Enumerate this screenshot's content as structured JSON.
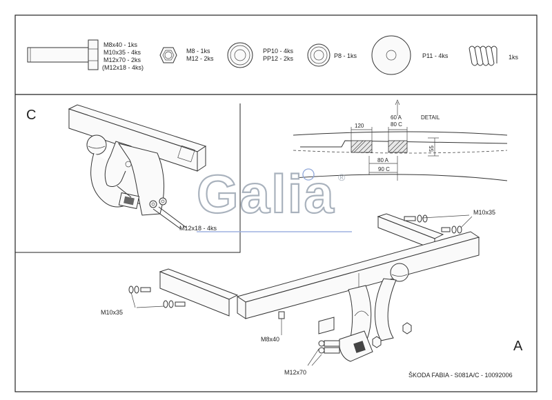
{
  "parts": {
    "bolts": [
      "M8x40 - 1ks",
      "M10x35 - 4ks",
      "M12x70 - 2ks",
      "(M12x18 - 4ks)"
    ],
    "nuts": [
      "M8 - 1ks",
      "M12 - 2ks"
    ],
    "washers_pp": [
      "PP10 - 4ks",
      "PP12 - 2ks"
    ],
    "washer_p8": "P8 - 1ks",
    "washer_p11": "P11 - 4ks",
    "spring": "1ks"
  },
  "detail_c": {
    "letter": "C",
    "bolt_label": "M12x18 - 4ks"
  },
  "detail": {
    "title": "DETAIL",
    "dim_60a": "60 A",
    "dim_80c_top": "80 C",
    "dim_120": "120",
    "dim_55": "55",
    "dim_80a": "80 A",
    "dim_90c": "90 C"
  },
  "logo": {
    "text": "Galia",
    "reg": "®"
  },
  "main": {
    "letter": "A",
    "m10x35_right": "M10x35",
    "m10x35_left": "M10x35",
    "m8x40": "M8x40",
    "m12x70": "M12x70"
  },
  "caption": "ŠKODA FABIA  - S081A/C - 10092006"
}
